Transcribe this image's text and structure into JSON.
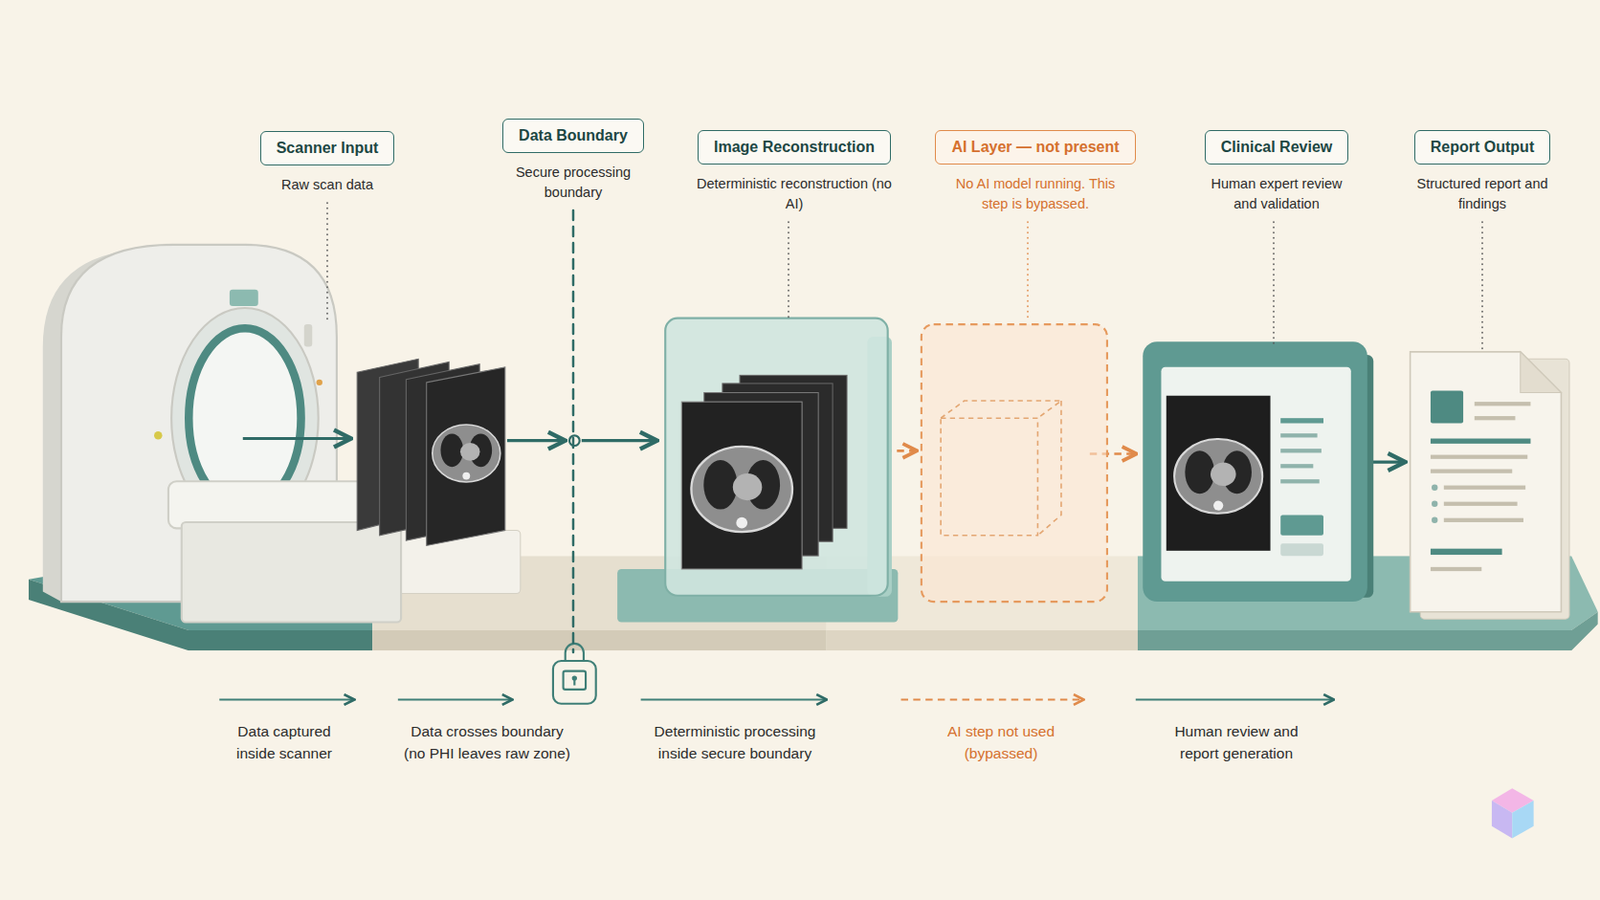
{
  "diagram": {
    "nodes": [
      {
        "text": [
          "Scanner Input",
          "Raw scan data"
        ]
      },
      {
        "text": [
          "Data Boundary",
          "Secure processing boundary"
        ]
      },
      {
        "text": [
          "Image Reconstruction",
          "Deterministic reconstruction (no AI)"
        ]
      },
      {
        "text": [
          "AI Layer — not present",
          "No AI model running. This step is bypassed."
        ]
      },
      {
        "text": [
          "Clinical Review",
          "Human expert review and validation"
        ]
      },
      {
        "text": [
          "Report Output",
          "Structured report and findings"
        ]
      }
    ],
    "labels": [
      "Data captured inside scanner",
      "Data crosses boundary (no PHI leaves raw zone)",
      "Deterministic processing inside secure boundary",
      "AI step not used (bypassed)",
      "Human review and report generation"
    ]
  }
}
